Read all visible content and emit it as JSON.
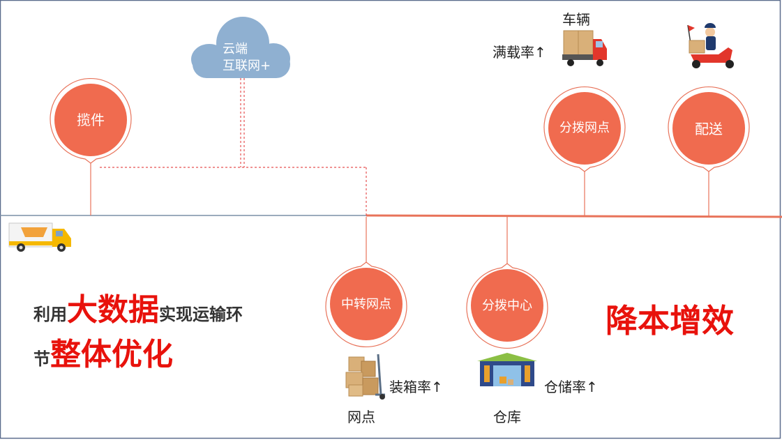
{
  "nodes": {
    "lanjian": "揽件",
    "zhongzhuan": "中转网点",
    "fenbo_center": "分拨中心",
    "fenbo_wangdian": "分拨网点",
    "peisong": "配送"
  },
  "cloud": {
    "line1": "云端",
    "line2": "互联网+"
  },
  "labels": {
    "vehicle": "车辆",
    "load_rate": "满载率↑",
    "packing_rate": "装箱率↑",
    "outlet": "网点",
    "storage_rate": "仓储率↑",
    "warehouse": "仓库"
  },
  "headline": {
    "part1": "利用",
    "part2": "大数据",
    "part3": "实现运输环",
    "part4": "节",
    "part5": "整体优化",
    "slogan": "降本增效"
  },
  "colors": {
    "node_fill": "#f06b4f",
    "accent_red": "#e8120c",
    "cloud": "#8fb0d1",
    "line": "#e8735a"
  },
  "icons": [
    "delivery-truck-icon",
    "cargo-truck-icon",
    "delivery-scooter-icon",
    "parcel-boxes-icon",
    "warehouse-icon"
  ]
}
